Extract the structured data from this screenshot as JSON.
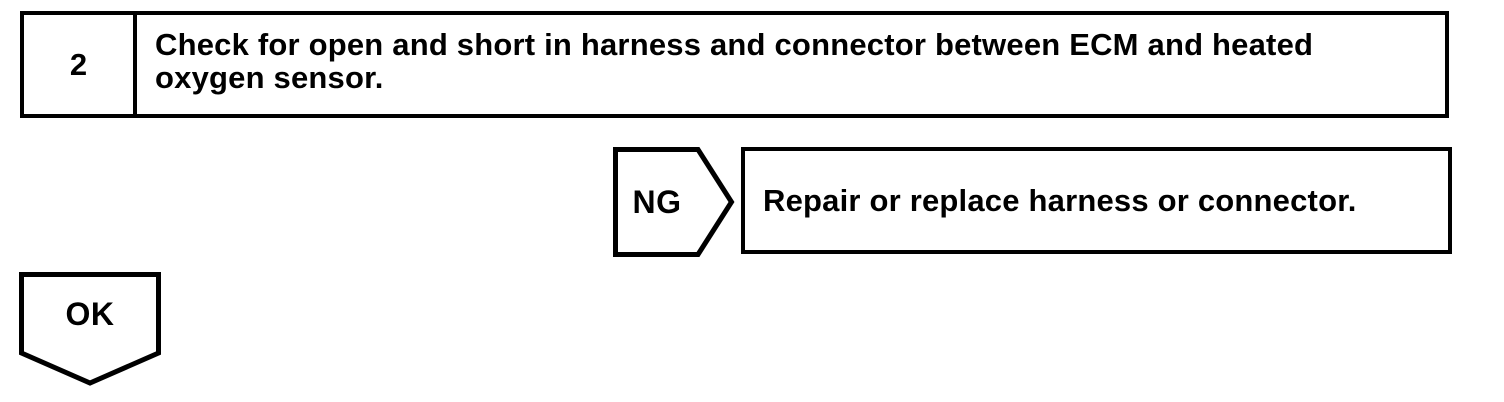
{
  "flowchart": {
    "step": {
      "number": "2",
      "instruction": "Check for open and short in harness and connector between ECM and heated oxygen sensor."
    },
    "ng_branch": {
      "label": "NG",
      "result": "Repair or replace harness or connector."
    },
    "ok_branch": {
      "label": "OK"
    },
    "colors": {
      "line": "#000000",
      "background": "#ffffff"
    }
  }
}
